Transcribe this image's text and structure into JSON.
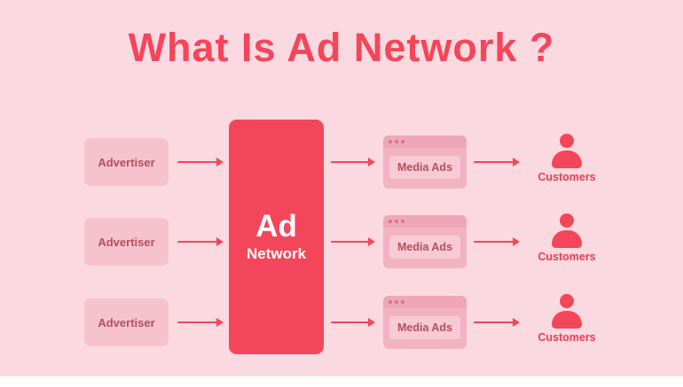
{
  "title": "What Is Ad Network ?",
  "colors": {
    "background": "#FBD9E1",
    "accent_red": "#F4465A",
    "advertiser_box": "#F6C2CE",
    "media_box": "#F3B2C2",
    "media_box_header": "#EFA6B8",
    "media_chip": "#F7CAD4",
    "box_text": "#B44F5C",
    "arrow": "#F4465A",
    "bottom_strip": "#FFFFFF"
  },
  "diagram": {
    "advertisers": [
      {
        "label": "Advertiser"
      },
      {
        "label": "Advertiser"
      },
      {
        "label": "Advertiser"
      }
    ],
    "ad_network": {
      "line1": "Ad",
      "line2": "Network"
    },
    "media_ads": [
      {
        "label": "Media Ads"
      },
      {
        "label": "Media Ads"
      },
      {
        "label": "Media Ads"
      }
    ],
    "customers": [
      {
        "label": "Customers"
      },
      {
        "label": "Customers"
      },
      {
        "label": "Customers"
      }
    ]
  }
}
